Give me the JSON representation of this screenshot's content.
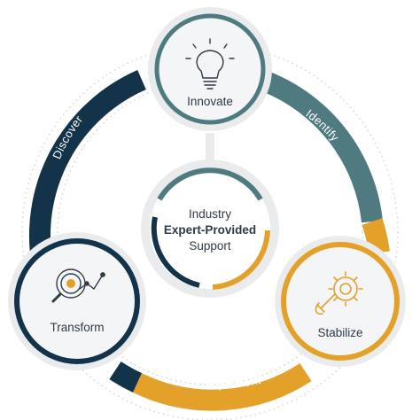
{
  "colors": {
    "dark": "#12334a",
    "teal": "#4f7b80",
    "gold": "#e3a12a",
    "light_gray": "#d9dde0",
    "circle_fill": "#f2f3f4",
    "text": "#2f3b46"
  },
  "nodes": {
    "innovate": {
      "label": "Innovate",
      "icon": "lightbulb-icon"
    },
    "transform": {
      "label": "Transform",
      "icon": "magnifier-analytics-icon"
    },
    "stabilize": {
      "label": "Stabilize",
      "icon": "gear-wrench-icon"
    }
  },
  "arcs": {
    "identify": {
      "label": "Identify"
    },
    "implement": {
      "label": "Implement"
    },
    "discover": {
      "label": "Discover"
    }
  },
  "center": {
    "line1": "Industry",
    "line2": "Expert-Provided",
    "line3": "Support"
  }
}
